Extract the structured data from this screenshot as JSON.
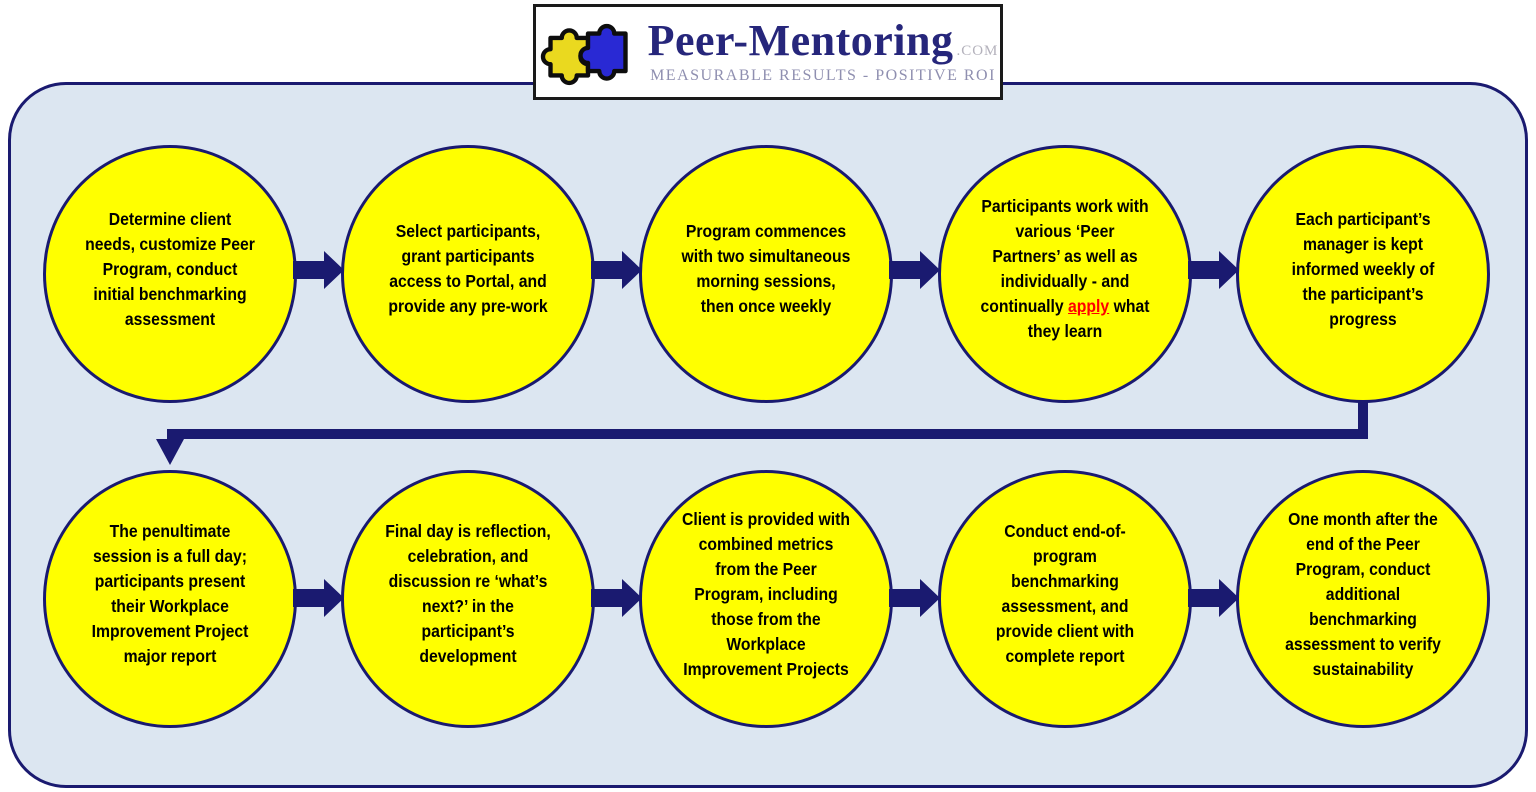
{
  "logo": {
    "title": "Peer-Mentoring",
    "tld": ".COM",
    "tagline": "MEASURABLE RESULTS - POSITIVE ROI",
    "icon": "puzzle-pieces-icon"
  },
  "colors": {
    "panel_fill": "#dce6f1",
    "outline_navy": "#1a1a70",
    "circle_fill": "#ffff00",
    "arrow_navy": "#1a1a70",
    "highlight_red": "#ff0000",
    "logo_title": "#26267b",
    "logo_tagline": "#8f8fb0",
    "puzzle_yellow": "#ead91f",
    "puzzle_blue": "#2929d4"
  },
  "flow": {
    "rows": [
      {
        "steps": [
          {
            "text": "Determine client\nneeds, customize Peer\nProgram, conduct\ninitial benchmarking\nassessment"
          },
          {
            "text": "Select participants,\ngrant participants\naccess to Portal, and\nprovide any pre-work"
          },
          {
            "text": "Program commences\nwith two simultaneous\nmorning sessions,\nthen once weekly"
          },
          {
            "rich": {
              "before": "Participants work with\nvarious ‘Peer\nPartners’ as well as\nindividually - and\ncontinually ",
              "highlight": "apply",
              "after": " what\nthey learn"
            }
          },
          {
            "text": "Each participant’s\nmanager is kept\ninformed weekly of\nthe participant’s\nprogress"
          }
        ]
      },
      {
        "steps": [
          {
            "text": "The penultimate\nsession is a full day;\nparticipants present\ntheir Workplace\nImprovement Project\nmajor report"
          },
          {
            "text": "Final day is reflection,\ncelebration, and\ndiscussion re ‘what’s\nnext?’ in the\nparticipant’s\ndevelopment"
          },
          {
            "text": "Client is provided with\ncombined metrics\nfrom the Peer\nProgram, including\nthose from the\nWorkplace\nImprovement Projects"
          },
          {
            "text": "Conduct end-of-\nprogram\nbenchmarking\nassessment, and\nprovide client with\ncomplete report"
          },
          {
            "text": "One month after the\nend of the Peer\nProgram, conduct\nadditional\nbenchmarking\nassessment to verify\nsustainability"
          }
        ]
      }
    ]
  }
}
